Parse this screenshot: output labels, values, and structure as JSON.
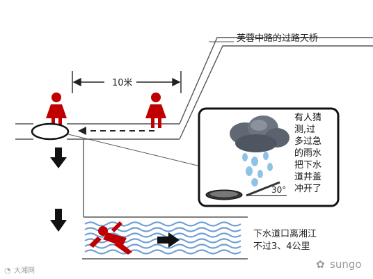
{
  "labels": {
    "bridge": "芙蓉中路的过路天桥",
    "distance": "10米",
    "callout_lines": [
      "有人猜",
      "测,过",
      "多过急",
      "的雨水",
      "把下水",
      "道井盖",
      "冲开了"
    ],
    "angle": "30°",
    "river_lines": [
      "下水道口离湘江",
      "不过3、4公里"
    ]
  },
  "watermarks": {
    "left": "大湘网",
    "right": "sungo"
  },
  "colors": {
    "figure": "#c00000",
    "water_wave": "#6f9fd3",
    "line": "#444444",
    "arrow": "#222222",
    "cloud": "#6b7480",
    "rain": "#8fc3e6"
  }
}
